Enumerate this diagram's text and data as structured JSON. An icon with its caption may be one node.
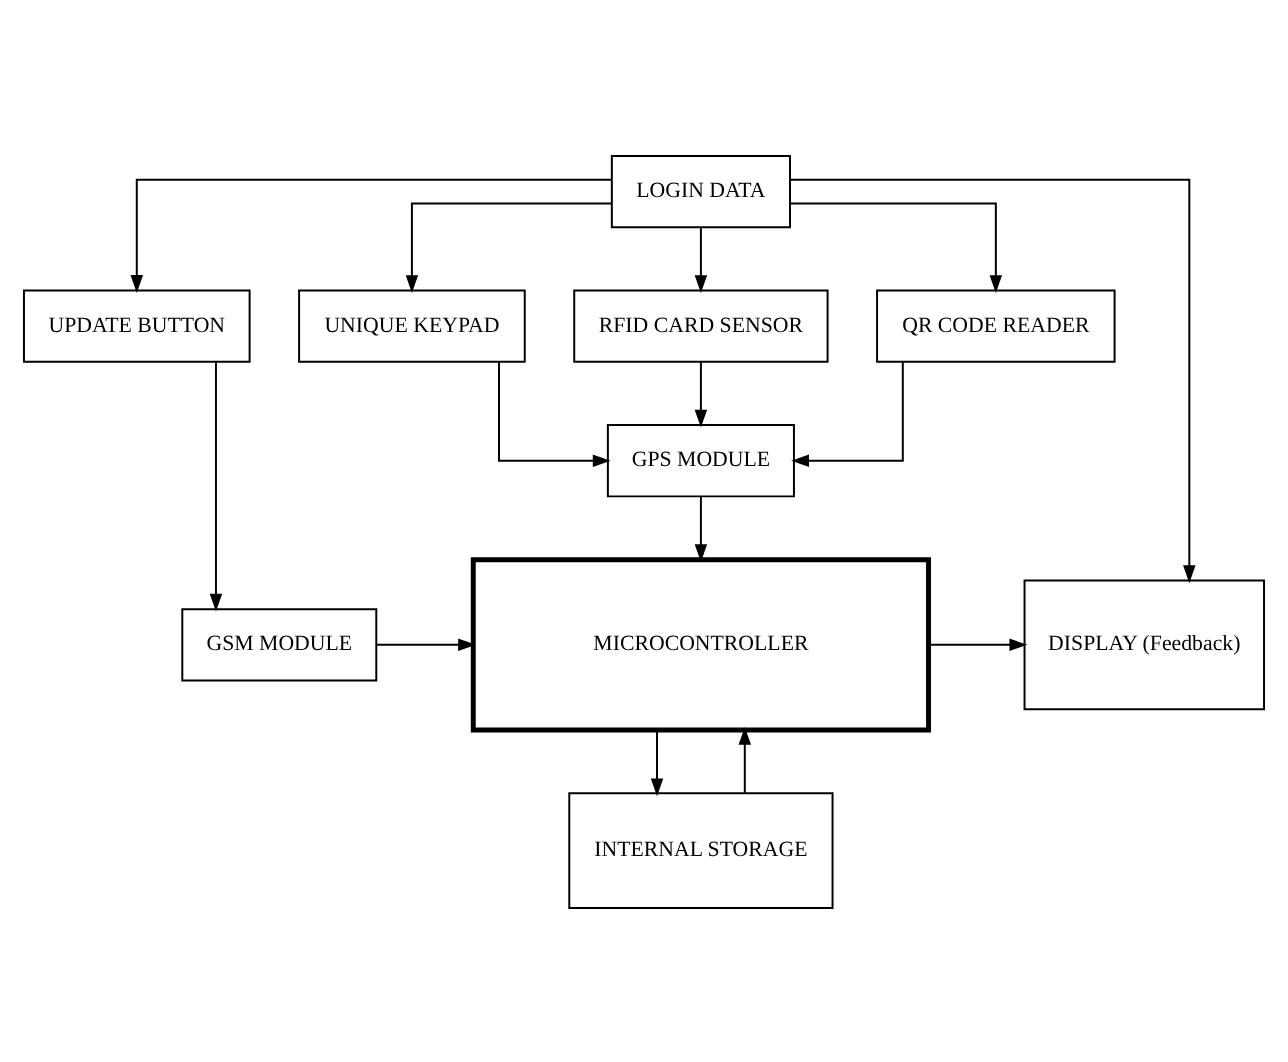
{
  "diagram": {
    "nodes": [
      {
        "text": [
          "LOGIN DATA"
        ]
      },
      {
        "text": [
          "RFID CARD SENSOR"
        ]
      },
      {
        "text": [
          "QR CODE READER"
        ]
      },
      {
        "text": [
          "UNIQUE KEYPAD"
        ]
      },
      {
        "text": [
          "UPDATE BUTTON"
        ]
      },
      {
        "text": [
          "DISPLAY (Feedback)"
        ]
      },
      {
        "text": [
          "GPS MODULE"
        ]
      },
      {
        "text": [
          "GSM MODULE"
        ]
      },
      {
        "text": [
          "MICROCONTROLLER"
        ]
      },
      {
        "text": [
          "INTERNAL STORAGE"
        ]
      }
    ],
    "edges": [
      {
        "from": 0,
        "to": 1,
        "arrow": "to"
      },
      {
        "from": 0,
        "to": 2,
        "arrow": "to"
      },
      {
        "from": 0,
        "to": 3,
        "arrow": "to"
      },
      {
        "from": 0,
        "to": 4,
        "arrow": "to"
      },
      {
        "from": 0,
        "to": 5,
        "arrow": "to"
      },
      {
        "from": 1,
        "to": 6,
        "arrow": "to"
      },
      {
        "from": 2,
        "to": 6,
        "arrow": "to"
      },
      {
        "from": 3,
        "to": 6,
        "arrow": "to"
      },
      {
        "from": 6,
        "to": 8,
        "arrow": "to"
      },
      {
        "from": 4,
        "to": 7,
        "arrow": "to"
      },
      {
        "from": 7,
        "to": 8,
        "arrow": "to"
      },
      {
        "from": 8,
        "to": 5,
        "arrow": "to"
      },
      {
        "from": 8,
        "to": 9,
        "arrow": "to"
      },
      {
        "from": 9,
        "to": 8,
        "arrow": "to"
      }
    ]
  }
}
